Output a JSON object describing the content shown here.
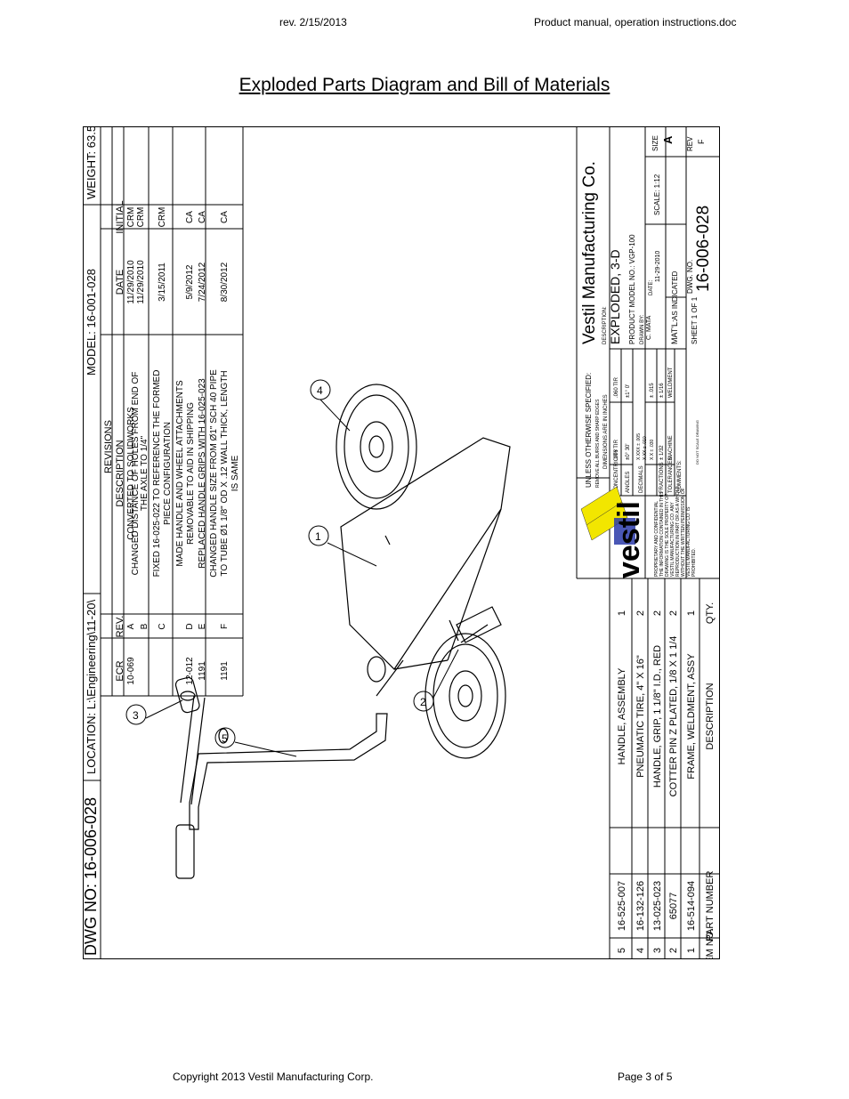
{
  "header": {
    "left": "rev. 2/15/2013",
    "right": "Product manual, operation instructions.doc"
  },
  "page_title": "Exploded Parts Diagram and Bill of Materials",
  "footer": {
    "left": "Copyright 2013 Vestil Manufacturing Corp.",
    "right": "Page 3 of 5"
  },
  "drawing": {
    "dwg_no_label": "DWG NO: 16-006-028",
    "location": "LOCATION: L:\\Engineering\\11-20\\",
    "model": "MODEL: 16-001-028",
    "weight": "WEIGHT: 63.5",
    "revisions_title": "REVISIONS",
    "rev_headers": {
      "ecr": "ECR",
      "rev": "REV.",
      "description": "DESCRIPTION",
      "date": "DATE",
      "initial": "INITIAL"
    },
    "revisions": [
      {
        "ecr": "",
        "rev": "A",
        "d1": "CONVERTED TO SOLIDWORKS",
        "d2": "",
        "date": "11/29/2010",
        "initial": "CRM"
      },
      {
        "ecr": "10-069",
        "rev": "B",
        "d1": "CHANGED DISTANCE OF HOLES FROM END OF",
        "d2": "THE AXLE TO 1/4\"",
        "date": "11/29/2010",
        "initial": "CRM"
      },
      {
        "ecr": "",
        "rev": "C",
        "d1": "FIXED 16-025-022 TO REFERENCE THE FORMED",
        "d2": "PIECE CONFIGURATION",
        "date": "3/15/2011",
        "initial": "CRM"
      },
      {
        "ecr": "12-012",
        "rev": "D",
        "d1": "MADE HANDLE AND WHEEL ATTACHMENTS",
        "d2": "REMOVABLE TO AID IN SHIPPING",
        "date": "5/9/2012",
        "initial": "CA"
      },
      {
        "ecr": "1191",
        "rev": "E",
        "d1": "REPLACED HANDLE GRIPS WITH 16-025-023",
        "d2": "",
        "date": "7/24/2012",
        "initial": "CA"
      },
      {
        "ecr": "1191",
        "rev": "F",
        "d1": "CHANGED HANDLE SIZE FROM  Ø1\" SCH 40 PIPE",
        "d2": "TO TUBE Ø1 1/8\" OD X .12 WALL THICK, LENGTH",
        "d3": "IS SAME",
        "date": "8/30/2012",
        "initial": "CA"
      }
    ],
    "bom_headers": {
      "item": "ITEM NO.",
      "part": "PART NUMBER",
      "desc": "DESCRIPTION",
      "qty": "QTY."
    },
    "bom": [
      {
        "item": "5",
        "part": "16-525-007",
        "desc": "HANDLE, ASSEMBLY",
        "qty": "1"
      },
      {
        "item": "4",
        "part": "16-132-126",
        "desc": "PNEUMATIC TIRE, 4\" X 16\"",
        "qty": "2"
      },
      {
        "item": "3",
        "part": "13-025-023",
        "desc": "HANDLE, GRIP, 1 1/8\" I.D., RED",
        "qty": "2"
      },
      {
        "item": "2",
        "part": "65077",
        "desc": "COTTER PIN Z PLATED, 1/8 X 1 1/4",
        "qty": "2"
      },
      {
        "item": "1",
        "part": "16-514-094",
        "desc": "FRAME, WELDMENT, ASSY",
        "qty": "1"
      }
    ],
    "callouts": [
      "1",
      "2",
      "3",
      "4",
      "5"
    ],
    "zones": [
      "5",
      "4",
      "3",
      "2",
      "1"
    ],
    "title_block": {
      "company": "Vestil Manufacturing Co.",
      "description_label": "DESCRIPTION:",
      "description": "EXPLODED, 3-D",
      "product_model": "PRODUCT MODEL NO.: VGP-100",
      "drawn_by_label": "DRAWN BY:",
      "drawn_by": "C. MATA",
      "date_label": "DATE:",
      "date": "11-29-2010",
      "scale": "SCALE: 1:12",
      "size_label": "SIZE",
      "size": "A",
      "matl_label": "MAT'L:",
      "matl": "AS INDICATED",
      "dwg_no_label": "DWG. NO.",
      "dwg_no": "16-006-028",
      "sheet": "SHEET 1 OF 1",
      "rev_label": "REV",
      "rev": "F",
      "tol_title": "UNLESS OTHERWISE SPECIFIED:",
      "tol_sub1": "REMOVE ALL BURRS AND SHARP EDGES",
      "tol_sub2": "DIMENSIONS ARE IN INCHES",
      "concentricity": "CONCENTRICITY",
      "conc_v1": ".006 TIR",
      "conc_v2": ".060 TIR",
      "angles": "ANGLES",
      "ang_v1": "±0° 30'",
      "ang_v2": "±1° 0'",
      "decimals": "DECIMALS",
      "dec_v1": "X.XXX ± .005",
      "dec_v2": "X.XX ± .010",
      "dec_v3": "X.X ± .030",
      "dec_v4": "± .015",
      "fractions": "FRACTIONS",
      "frac_v1": "± 1/32",
      "frac_v2": "± 1/16",
      "tolerances": "TOLERANCES",
      "tol_v1": "MACHINE",
      "tol_v2": "WELDMENT",
      "comments": "COMMENTS:",
      "do_not_scale": "DO NOT SCALE DRAWING",
      "prop1": "PROPRIETARY AND CONFIDENTIAL",
      "prop2": "THE INFORMATION CONTAINED IN THIS",
      "prop3": "DRAWING IS THE SOLE PROPERTY OF",
      "prop4": "VESTIL MANUFACTURING CO. ANY",
      "prop5": "REPRODUCTION IN PART OR AS A WHOLE",
      "prop6": "WITHOUT THE WRITTEN PERMISSION OF",
      "prop7": "VESTIL MANUFACTURING CO. IS",
      "prop8": "PROHIBITED.",
      "logo_text": "vestil"
    },
    "colors": {
      "logo_yellow": "#f2e600",
      "logo_blue": "#2a3aa8"
    }
  }
}
